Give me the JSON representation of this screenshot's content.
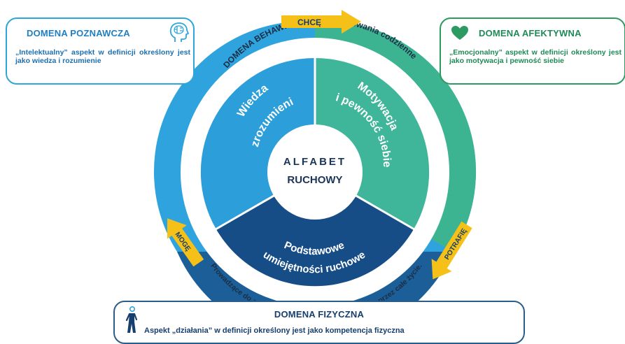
{
  "center": {
    "line1": "ALFABET",
    "line2": "RUCHOWY"
  },
  "segments": {
    "knowledge": {
      "line1": "Wiedza",
      "line2": "i zrozumienie"
    },
    "motivation": {
      "line1": "Motywacja",
      "line2": "i pewność siebie"
    },
    "skills": {
      "line1": "Podstawowe",
      "line2": "umiejętności ruchowe"
    }
  },
  "rings": {
    "behavioral_text": "DOMENA BEHAWIORALNA – Zachowania codzienne",
    "lifelong_text": "Prowadzące do zaangażowania w aktywność fizyczną przez całe życie."
  },
  "arrows": {
    "top": "CHCĘ",
    "right": "POTRAFIĘ",
    "left": "MOGĘ"
  },
  "domains": {
    "cognitive": {
      "title": "DOMENA POZNAWCZA",
      "desc": "„Intelektualny” aspekt w definicji określony jest jako wiedza i rozumienie",
      "icon": "brain-head-icon"
    },
    "affective": {
      "title": "DOMENA AFEKTYWNA",
      "desc": "„Emocjonalny” aspekt w definicji określony jest jako motywacja i pewność siebie",
      "icon": "heart-icon"
    },
    "physical": {
      "title": "DOMENA FIZYCZNA",
      "desc": "Aspekt „działania” w definicji określony jest jako kompetencja fizyczna",
      "icon": "walking-person-icon"
    }
  },
  "colors": {
    "outer_blue": "#2fa3dd",
    "outer_green": "#3db491",
    "outer_navy": "#1c5f98",
    "inner_blue": "#2c9ed9",
    "inner_green": "#3fb59a",
    "inner_navy": "#174d87",
    "arrow_yellow": "#f5c118",
    "navy_text": "#173f6e"
  }
}
